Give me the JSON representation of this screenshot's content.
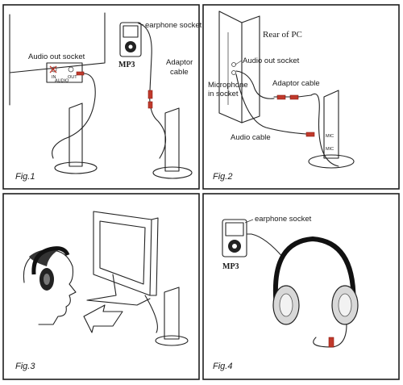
{
  "panels": {
    "fig1": {
      "caption": "Fig.1",
      "audio_out_socket": "Audio out socket",
      "earphone_socket": "earphone socket",
      "mp3": "MP3",
      "adaptor": "Adaptor",
      "cable": "cable",
      "panel_in": "IN",
      "panel_out": "OUT",
      "panel_audio": "AUDIO"
    },
    "fig2": {
      "caption": "Fig.2",
      "rear_of_pc": "Rear of PC",
      "audio_out_socket": "Audio out socket",
      "microphone": "Microphone",
      "in_socket": "in socket",
      "adaptor_cable": "Adaptor cable",
      "audio_cable": "Audio cable",
      "mic_small": "MIC"
    },
    "fig3": {
      "caption": "Fig.3"
    },
    "fig4": {
      "caption": "Fig.4",
      "earphone_socket": "earphone socket",
      "mp3": "MP3"
    }
  },
  "colors": {
    "line": "#222222",
    "accent": "#c0392b",
    "background": "#ffffff"
  }
}
